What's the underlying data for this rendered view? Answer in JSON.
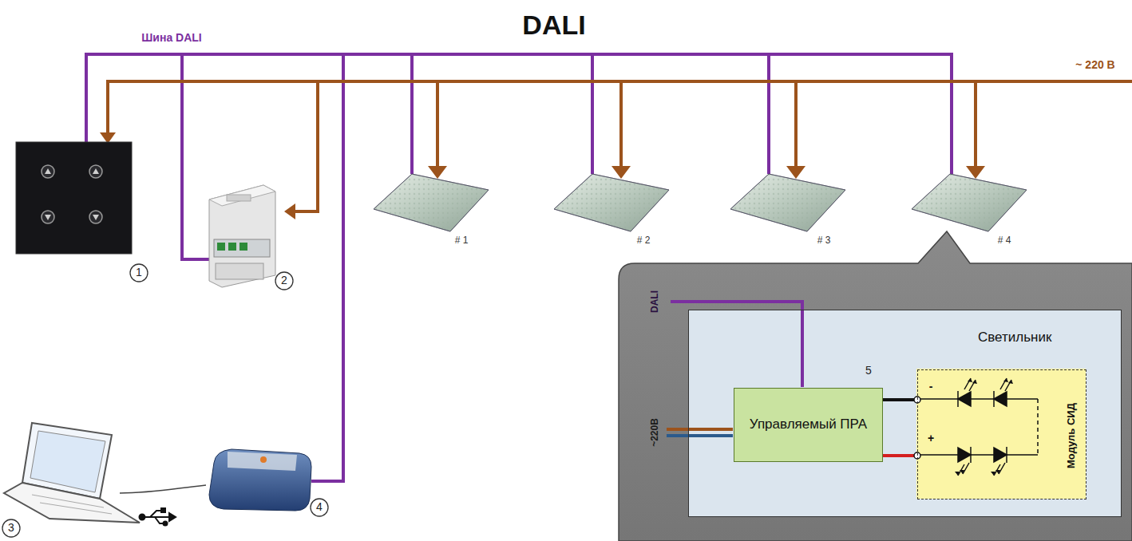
{
  "diagram": {
    "title": "DALI",
    "nodes": [
      {
        "text": [
          "Светильник"
        ]
      },
      {
        "text": [
          "Управляемый ПРА"
        ],
        "in": 0
      },
      {
        "text": [
          "Модуль СИД"
        ],
        "in": 0
      }
    ],
    "edges": [
      {
        "from": 1,
        "to": 2,
        "arrow": "none"
      },
      {
        "from": 1,
        "to": 2,
        "arrow": "none"
      }
    ],
    "labels": [
      "Шина DALI",
      "~ 220 В",
      "# 1",
      "# 2",
      "# 3",
      "# 4",
      "1",
      "2",
      "3",
      "4",
      "5",
      "DALI",
      "~220В",
      "-",
      "+"
    ]
  }
}
